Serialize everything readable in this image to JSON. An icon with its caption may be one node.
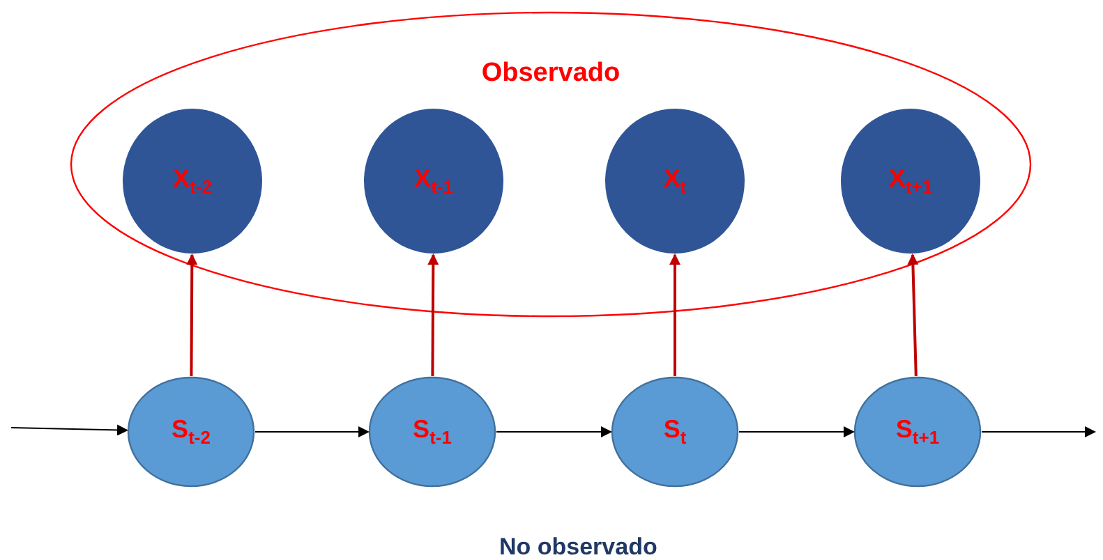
{
  "diagram": {
    "nodes": [
      {
        "text": [
          "Observado"
        ]
      },
      {
        "text": [
          "X$_{t-2}$"
        ],
        "in": 0
      },
      {
        "text": [
          "X$_{t-1}$"
        ],
        "in": 0
      },
      {
        "text": [
          "X$_{t}$"
        ],
        "in": 0
      },
      {
        "text": [
          "X$_{t+1}$"
        ],
        "in": 0
      },
      {
        "text": [
          "S$_{t-2}$"
        ]
      },
      {
        "text": [
          "S$_{t-1}$"
        ]
      },
      {
        "text": [
          "S$_{t}$"
        ]
      },
      {
        "text": [
          "S$_{t+1}$"
        ]
      }
    ],
    "edges": [
      {
        "from": 5,
        "to": 1,
        "arrow": "to",
        "color": "#c00000"
      },
      {
        "from": 6,
        "to": 2,
        "arrow": "to",
        "color": "#c00000"
      },
      {
        "from": 7,
        "to": 3,
        "arrow": "to",
        "color": "#c00000"
      },
      {
        "from": 8,
        "to": 4,
        "arrow": "to",
        "color": "#c00000"
      },
      {
        "from": null,
        "to": 5,
        "arrow": "to"
      },
      {
        "from": 5,
        "to": 6,
        "arrow": "to"
      },
      {
        "from": 6,
        "to": 7,
        "arrow": "to"
      },
      {
        "from": 7,
        "to": 8,
        "arrow": "to"
      },
      {
        "from": 8,
        "to": null,
        "arrow": "to"
      }
    ],
    "labels": [
      "No observado"
    ]
  }
}
